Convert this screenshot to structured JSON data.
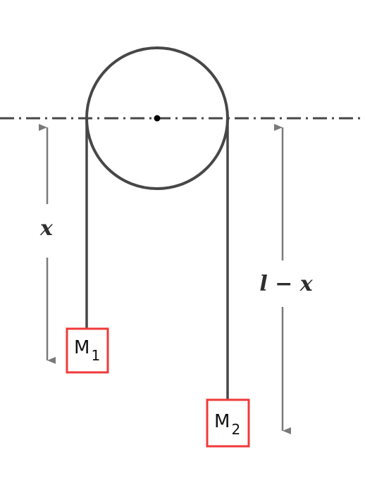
{
  "colors": {
    "pulley": "#474747",
    "rope": "#474747",
    "reference_line": "#474747",
    "dimension_arrow": "#7a7a7a",
    "mass_border": "#f03a3a",
    "text": "#111111"
  },
  "labels": {
    "x": "x",
    "l_minus_x": "l − x"
  },
  "masses": {
    "m1": {
      "name": "M",
      "subscript": "1"
    },
    "m2": {
      "name": "M",
      "subscript": "2"
    }
  }
}
